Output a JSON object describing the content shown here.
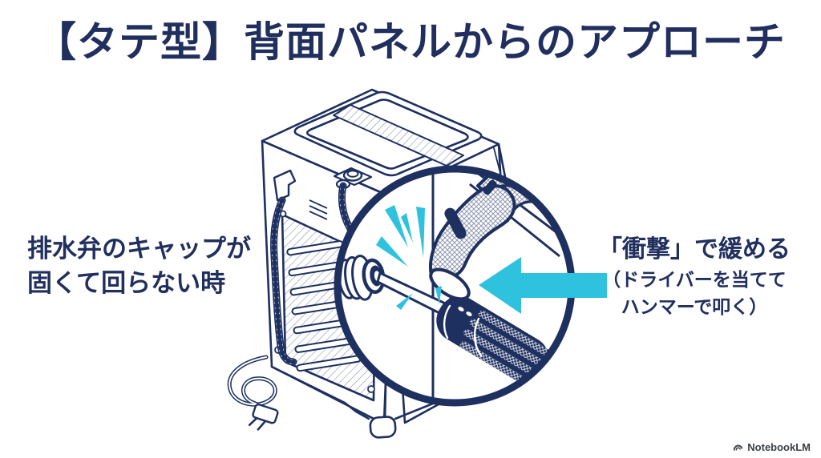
{
  "page": {
    "background": "#ffffff"
  },
  "title": {
    "text": "【タテ型】背面パネルからのアプローチ"
  },
  "callouts": {
    "left": {
      "lines": [
        "排水弁のキャップが",
        "固くて回らない時"
      ]
    },
    "right": {
      "heading": "「衝撃」で緩める",
      "sub_lines": [
        "（ドライバーを当てて",
        "ハンマーで叩く）"
      ]
    }
  },
  "colors": {
    "navy": "#1e3060",
    "cyan": "#2fc2df",
    "footer_text": "#3a3f45"
  },
  "footer": {
    "brand": "NotebookLM"
  }
}
